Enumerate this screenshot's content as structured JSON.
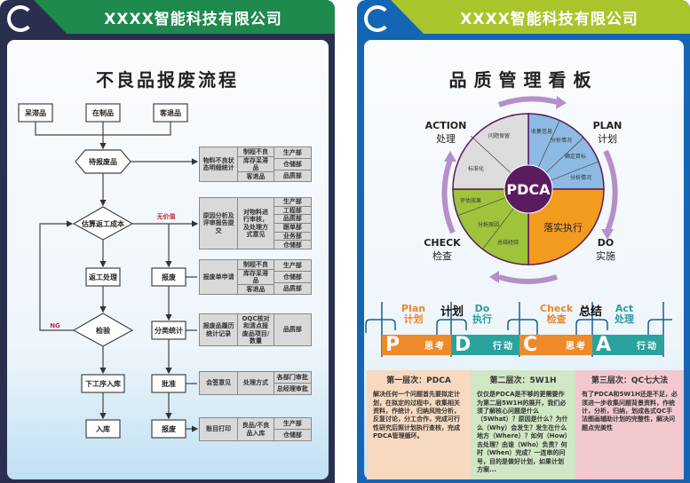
{
  "left": {
    "company": "XXXX智能科技有限公司",
    "title": "不良品报废流程",
    "colors": {
      "frame": "#2b2f4f",
      "header": "#1e8a4d"
    },
    "sources": [
      "呆滞品",
      "在制品",
      "客退品"
    ],
    "pending": "待报废品",
    "estimate": "估算返工成本",
    "no_value": "无价值",
    "rework": "返工处理",
    "inspect": "检验",
    "ng": "NG",
    "next_stock": "下工序入库",
    "stock_in": "入库",
    "scrap1": "报废",
    "classify": "分类统计",
    "approve": "批准",
    "scrap2": "报废",
    "tables": [
      {
        "c1": "物料不良状态明细统计",
        "c2": [
          "制程不良",
          "库存呆滞品",
          "客退品"
        ],
        "c3": [
          "生产部",
          "仓储部",
          "品质部"
        ]
      },
      {
        "c1": "原因分析及评审报告提交",
        "c2": [
          "对物料进行审核，及处理方式意见"
        ],
        "c3": [
          "生产部",
          "工程部",
          "品质部",
          "跟单部",
          "业务部",
          "仓储部"
        ]
      },
      {
        "c1": "报废单申请",
        "c2": [
          "制程不良",
          "库存呆滞品",
          "客退品"
        ],
        "c3": [
          "生产部",
          "仓储部",
          "品质部"
        ]
      },
      {
        "c1": "报废品履历统计记录",
        "c2": [
          "OQC核对和清点报废品项目/数量"
        ],
        "c3": [
          "品质部"
        ]
      },
      {
        "c1": "会签意见",
        "c2": [
          "处理方式"
        ],
        "c3": [
          "各部门审批",
          "总经理审批"
        ]
      },
      {
        "c1": "账目打印",
        "c2": [
          "良品/不良品入库"
        ],
        "c3": [
          "生产部",
          "仓储部"
        ]
      }
    ]
  },
  "right": {
    "company": "XXXX智能科技有限公司",
    "title": "品质管理看板",
    "colors": {
      "frame": "#1565b5",
      "header": "#a8c62c",
      "plan": "#8dbbe3",
      "do": "#f39b1f",
      "check": "#9dc43b",
      "action": "#dcdcdc",
      "center": "#5b1b5f",
      "arrow": "#b48fc9"
    },
    "center": "PDCA",
    "quadrants": {
      "action": {
        "en": "ACTION",
        "cn": "处理",
        "items": [
          "问题保留",
          "标准化"
        ]
      },
      "plan": {
        "en": "PLAN",
        "cn": "计划",
        "items": [
          "收集信息",
          "分析情况",
          "确定目标",
          "分析情况"
        ]
      },
      "do": {
        "en": "DO",
        "cn": "实施",
        "items": [
          "落实执行"
        ]
      },
      "check": {
        "en": "CHECK",
        "cn": "检查",
        "items": [
          "评估效果",
          "分析原因",
          "总结经验"
        ]
      }
    },
    "cycle": {
      "labels": [
        {
          "en": "Plan",
          "cn": "计划"
        },
        {
          "en": "Do",
          "cn": "执行"
        },
        {
          "en": "Check",
          "cn": "检查"
        },
        {
          "en": "Act",
          "cn": "处理"
        }
      ],
      "plan_word": "计划",
      "summary_word": "总结",
      "steps": [
        {
          "letter": "P",
          "text": "思考"
        },
        {
          "letter": "D",
          "text": "行动"
        },
        {
          "letter": "C",
          "text": "思考"
        },
        {
          "letter": "A",
          "text": "行动"
        }
      ]
    },
    "levels": [
      {
        "title": "第一层次：PDCA",
        "text": "解决任何一个问题首先要拟定计划，在拟定的过程中，收集相关资料，作统计，归纳风险分析，反复讨论，分工合作，完成可行性研究后照计划执行查核，完成PDCA管理循环。"
      },
      {
        "title": "第二层次：5W1H",
        "text": "仅仅是PDCA是不够的更需要作为第二层5W1H的展开，我们必须了解核心问题是什么（5What）？原因是什么？为什么（Why）会发生？发生在什么地方（Where）？如何（How）去处理？由谁（Who）负责？何时（When）完成？一连串的问号，目的是做好计划，如果计划方案..."
      },
      {
        "title": "第三层次：QC七大法",
        "text": "有了PDCA和5W1H还是不足，必须进一步收集问题背景资料，作统计，分析，归纳，划成各式QC手法图画辅助计划的完整性，解决问题点完美性"
      }
    ]
  }
}
